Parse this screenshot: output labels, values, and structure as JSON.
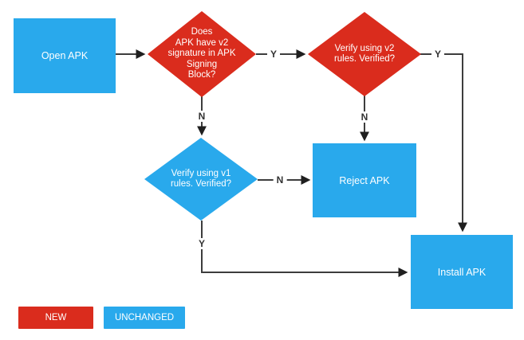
{
  "colors": {
    "new-color": "#da2c1d",
    "unchanged-color": "#29a9ec",
    "line-color": "#3d3d3d",
    "node-text-color": "#ffffff",
    "label-color": "#333333"
  },
  "nodes": {
    "open_apk": {
      "label": "Open APK"
    },
    "v2_check": {
      "label": "Does\nAPK have v2\nsignature in APK\nSigning\nBlock?"
    },
    "v2_verify": {
      "label": "Verify using v2\nrules. Verified?"
    },
    "v1_verify": {
      "label": "Verify using v1\nrules. Verified?"
    },
    "reject_apk": {
      "label": "Reject APK"
    },
    "install_apk": {
      "label": "Install APK"
    }
  },
  "edge_labels": {
    "v2check_yes": "Y",
    "v2check_no": "N",
    "v2verify_yes": "Y",
    "v2verify_no": "N",
    "v1verify_no": "N",
    "v1verify_yes": "Y"
  },
  "legend": {
    "new_label": "NEW",
    "unchanged_label": "UNCHANGED"
  }
}
